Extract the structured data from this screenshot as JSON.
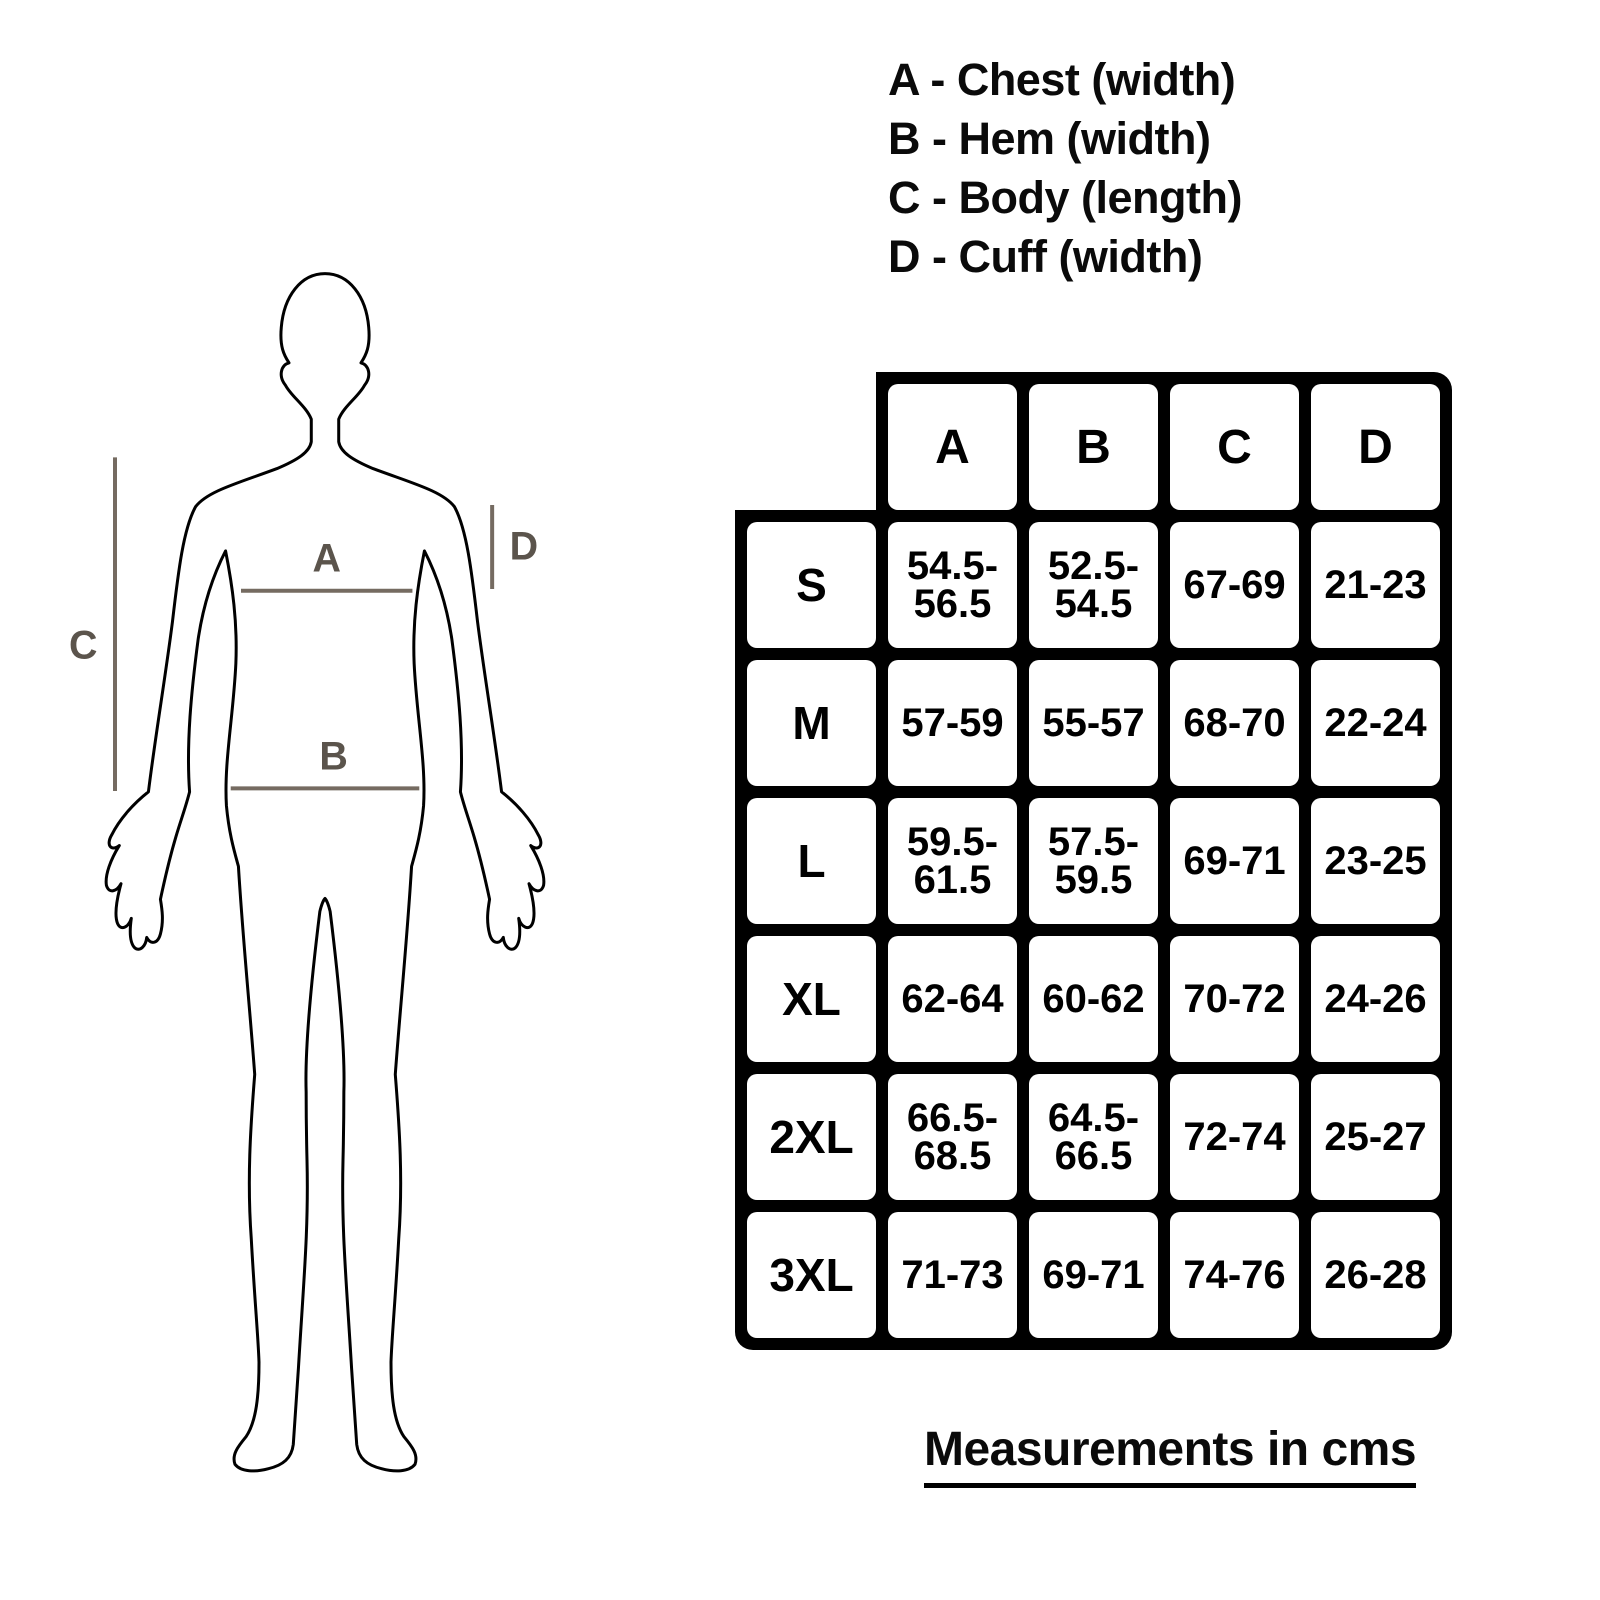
{
  "legend": {
    "items": [
      "A - Chest (width)",
      "B - Hem (width)",
      "C - Body (length)",
      "D - Cuff (width)"
    ]
  },
  "diagram": {
    "marker_a": "A",
    "marker_b": "B",
    "marker_c": "C",
    "marker_d": "D"
  },
  "table": {
    "column_headers": [
      "A",
      "B",
      "C",
      "D"
    ],
    "rows": [
      {
        "size": "S",
        "values": [
          "54.5-56.5",
          "52.5-54.5",
          "67-69",
          "21-23"
        ]
      },
      {
        "size": "M",
        "values": [
          "57-59",
          "55-57",
          "68-70",
          "22-24"
        ]
      },
      {
        "size": "L",
        "values": [
          "59.5-61.5",
          "57.5-59.5",
          "69-71",
          "23-25"
        ]
      },
      {
        "size": "XL",
        "values": [
          "62-64",
          "60-62",
          "70-72",
          "24-26"
        ]
      },
      {
        "size": "2XL",
        "values": [
          "66.5-68.5",
          "64.5-66.5",
          "72-74",
          "25-27"
        ]
      },
      {
        "size": "3XL",
        "values": [
          "71-73",
          "69-71",
          "74-76",
          "26-28"
        ]
      }
    ]
  },
  "footer": {
    "note": "Measurements in cms"
  },
  "colors": {
    "background": "#ffffff",
    "text": "#0a0a0a",
    "table_border": "#000000",
    "diagram_line": "#756b61",
    "diagram_label": "#5b544c"
  }
}
